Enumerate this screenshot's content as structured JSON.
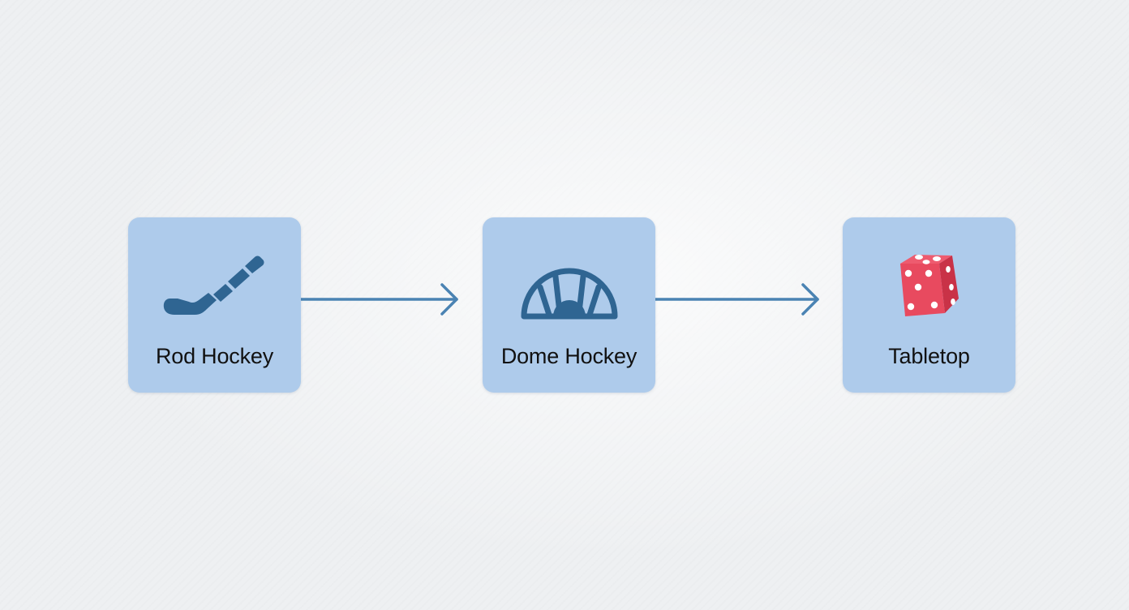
{
  "nodes": [
    {
      "label": "Rod Hockey",
      "icon": "hockey-stick-icon"
    },
    {
      "label": "Dome Hockey",
      "icon": "dome-icon"
    },
    {
      "label": "Tabletop",
      "icon": "dice-icon"
    }
  ],
  "edges": [
    {
      "from": "Rod Hockey",
      "to": "Dome Hockey"
    },
    {
      "from": "Dome Hockey",
      "to": "Tabletop"
    }
  ],
  "colors": {
    "node_fill": "#aecbeb",
    "icon_blue": "#2f6592",
    "arrow": "#4a83b3",
    "dice_red": "#e84a5f",
    "background": "#eef0f2"
  }
}
